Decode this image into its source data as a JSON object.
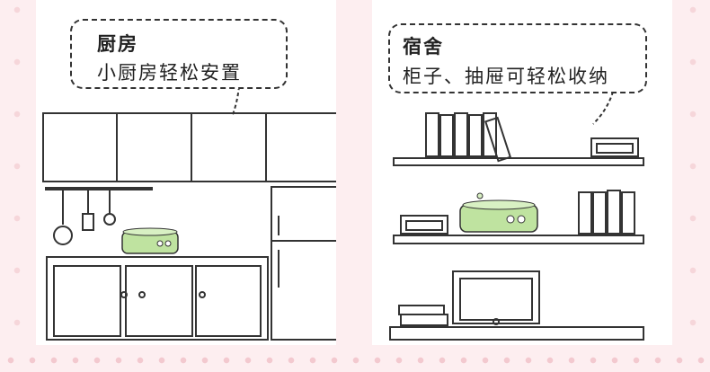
{
  "kitchen": {
    "title": "厨房",
    "description": "小厨房轻松安置"
  },
  "dorm": {
    "title": "宿舍",
    "description": "柜子、抽屉可轻松收纳"
  },
  "colors": {
    "background": "#fdeef0",
    "line": "#333333",
    "appliance_green": "#bfe3a0",
    "dots": "#f3c9cf"
  }
}
